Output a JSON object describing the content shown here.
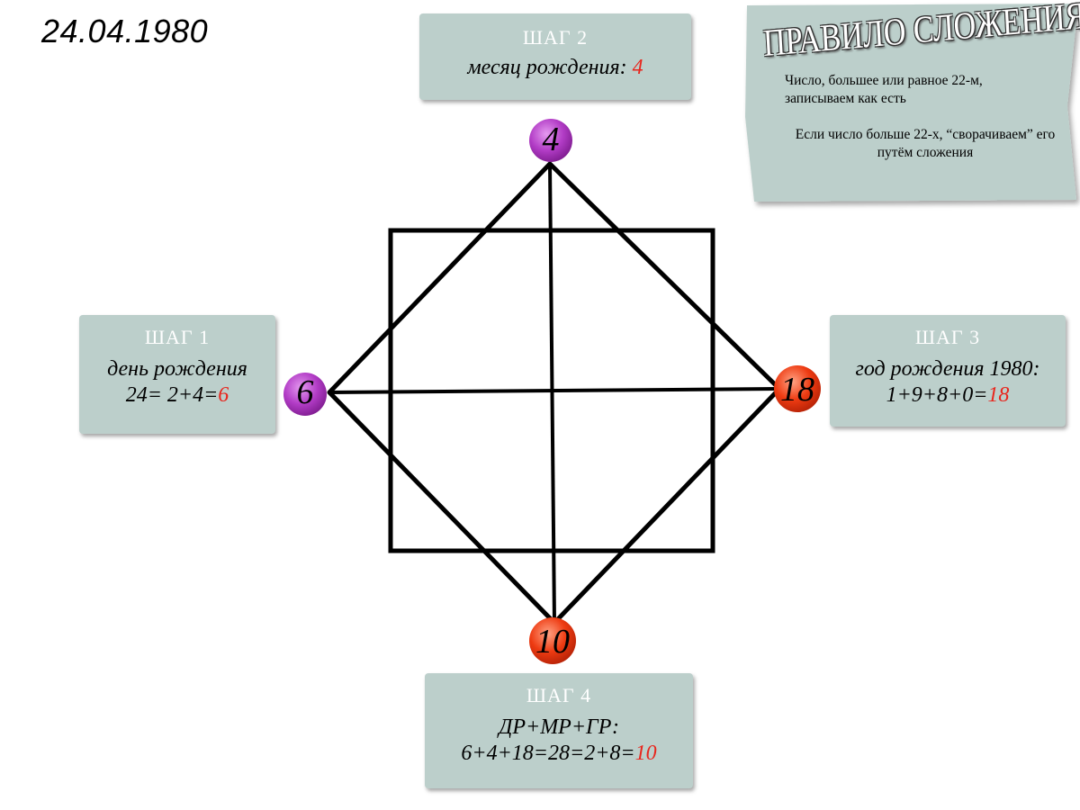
{
  "date": "24.04.1980",
  "steps": {
    "step1": {
      "heading": "ШАГ 1",
      "line1": "день рождения",
      "line2_prefix": "24= 2+4=",
      "result": "6"
    },
    "step2": {
      "heading": "ШАГ 2",
      "line1_prefix": "месяц рождения: ",
      "result": "4"
    },
    "step3": {
      "heading": "ШАГ 3",
      "line1": "год рождения 1980:",
      "line2_prefix": "1+9+8+0=",
      "result": "18"
    },
    "step4": {
      "heading": "ШАГ 4",
      "line1": "ДР+МР+ГР:",
      "line2_prefix": "6+4+18=28=2+8=",
      "result": "10"
    }
  },
  "nodes": {
    "top": {
      "value": "4",
      "color": "#b23cc6"
    },
    "left": {
      "value": "6",
      "color": "#b23cc6"
    },
    "right": {
      "value": "18",
      "color": "#ee3b12"
    },
    "bottom": {
      "value": "10",
      "color": "#ee3b12"
    }
  },
  "rule": {
    "title": "ПРАВИЛО СЛОЖЕНИЯ",
    "text1": "Число, большее или равное 22-м, записываем как есть",
    "text2": "Если число больше 22-х, “сворачиваем” его путём сложения"
  },
  "colors": {
    "box_fill": "#bccfcb",
    "accent": "#e8261d",
    "purple_node": "#b23cc6",
    "red_node": "#ee3b12"
  }
}
